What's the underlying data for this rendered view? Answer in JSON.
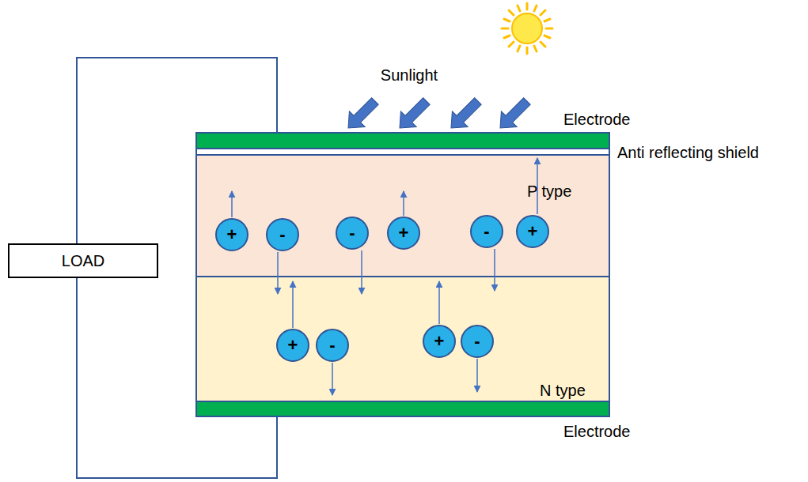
{
  "diagram": {
    "nodes": [
      {
        "text": [
          "P type"
        ]
      },
      {
        "text": [
          "+"
        ],
        "in": 0
      },
      {
        "text": [
          "-"
        ],
        "in": 0
      },
      {
        "text": [
          "-"
        ],
        "in": 0
      },
      {
        "text": [
          "+"
        ],
        "in": 0
      },
      {
        "text": [
          "-"
        ],
        "in": 0
      },
      {
        "text": [
          "+"
        ],
        "in": 0
      },
      {
        "text": [
          "N type"
        ]
      },
      {
        "text": [
          "+"
        ],
        "in": 7
      },
      {
        "text": [
          "-"
        ],
        "in": 7
      },
      {
        "text": [
          "+"
        ],
        "in": 7
      },
      {
        "text": [
          "-"
        ],
        "in": 7
      },
      {
        "text": [
          "LOAD"
        ]
      }
    ],
    "labels": [
      "Sunlight",
      "Electrode",
      "Anti reflecting shield",
      "Electrode"
    ]
  }
}
